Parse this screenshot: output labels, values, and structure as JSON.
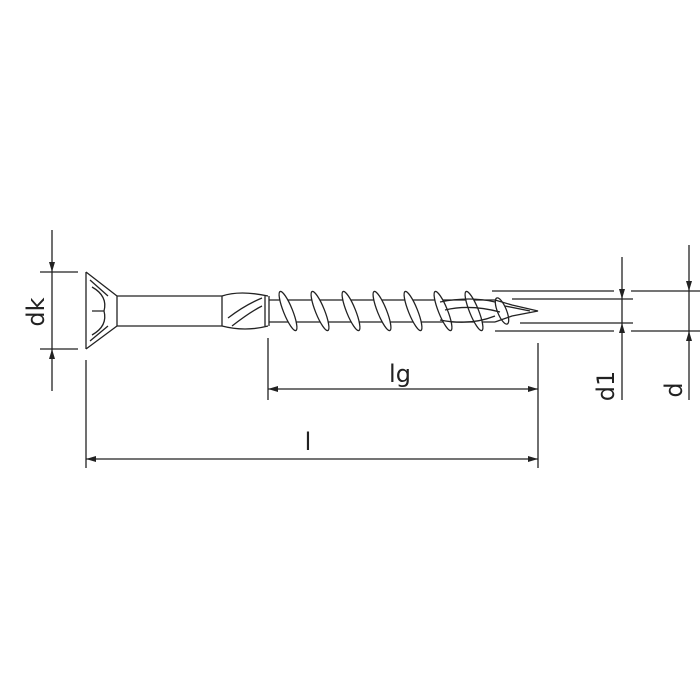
{
  "labels": {
    "head_diameter": "dk",
    "thread_length": "lg",
    "length": "l",
    "core_diameter": "d1",
    "thread_diameter": "d"
  },
  "colors": {
    "line": "#222222",
    "background": "#ffffff"
  }
}
